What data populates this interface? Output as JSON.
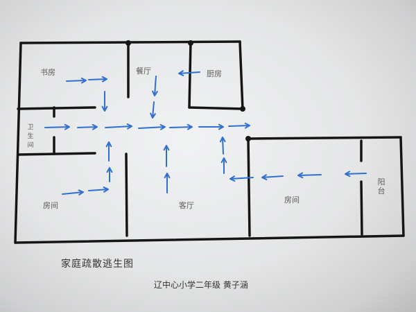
{
  "title": "家庭疏散逃生图",
  "author": "辽中心小学二年级 黄子涵",
  "rooms": {
    "study": "书房",
    "dining": "餐厅",
    "kitchen": "厨房",
    "bathroom": "卫生间",
    "bedroom_left": "房间",
    "living": "客厅",
    "bedroom_right": "房间",
    "balcony": "阳台"
  },
  "colors": {
    "wall": "#151515",
    "arrow": "#2f6fcf"
  }
}
